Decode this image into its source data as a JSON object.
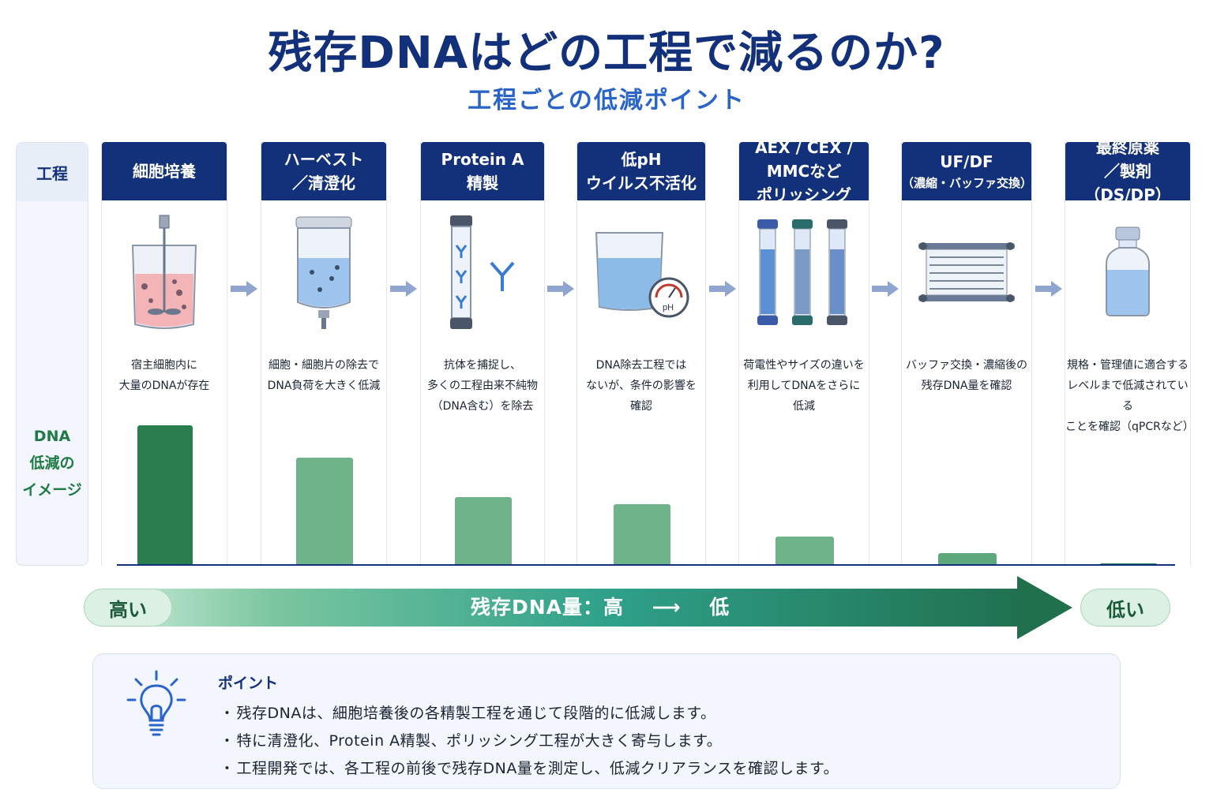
{
  "title": "残存DNAはどの工程で減るのか?",
  "subtitle": "工程ごとの低減ポイント",
  "label_column": {
    "process_label": "工程",
    "dna_label_lines": [
      "DNA",
      "低減の",
      "イメージ"
    ]
  },
  "steps": [
    {
      "name_lines": [
        "細胞培養"
      ],
      "desc": "宿主細胞内に\n大量のDNAが存在",
      "icon": "bioreactor-icon"
    },
    {
      "name_lines": [
        "ハーベスト",
        "／清澄化"
      ],
      "desc": "細胞・細胞片の除去で\nDNA負荷を大きく低減",
      "icon": "filter-vessel-icon"
    },
    {
      "name_lines": [
        "Protein A",
        "精製"
      ],
      "desc": "抗体を捕捉し、\n多くの工程由来不純物\n（DNA含む）を除去",
      "icon": "protein-a-column-icon"
    },
    {
      "name_lines": [
        "低pH",
        "ウイルス不活化"
      ],
      "desc": "DNA除去工程では\nないが、条件の影響を\n確認",
      "icon": "beaker-ph-icon"
    },
    {
      "name_lines": [
        "AEX / CEX /",
        "MMCなど",
        "ポリッシング"
      ],
      "desc": "荷電性やサイズの違いを\n利用してDNAをさらに\n低減",
      "icon": "polishing-columns-icon"
    },
    {
      "name_lines": [
        "UF/DF"
      ],
      "name_small": "（濃縮・バッファ交換）",
      "desc": "バッファ交換・濃縮後の\n残存DNA量を確認",
      "icon": "ufdf-cassette-icon"
    },
    {
      "name_lines": [
        "最終原薬",
        "／製剤（DS/DP）"
      ],
      "desc": "規格・管理値に適合する\nレベルまで低減されている\nことを確認（qPCRなど）",
      "icon": "vial-icon"
    }
  ],
  "chart_data": {
    "type": "bar",
    "categories": [
      "細胞培養",
      "ハーベスト／清澄化",
      "Protein A精製",
      "低pHウイルス不活化",
      "AEX / CEX / MMCなどポリッシング",
      "UF/DF",
      "最終原薬／製剤（DS/DP）"
    ],
    "values": [
      100,
      77,
      49,
      44,
      21,
      9,
      1
    ],
    "ylabel": "DNA低減のイメージ",
    "colors": [
      "#2a7d4f",
      "#6eb38a",
      "#6eb38a",
      "#6eb38a",
      "#6eb38a",
      "#5ea87e",
      "#2a7d4f"
    ]
  },
  "flow": {
    "high_label": "高い",
    "low_label": "低い",
    "center_text": "残存DNA量：高　 ⟶ 　低"
  },
  "points": {
    "title": "ポイント",
    "items": [
      "残存DNAは、細胞培養後の各精製工程を通じて段階的に低減します。",
      "特に清澄化、Protein A精製、ポリッシング工程が大きく寄与します。",
      "工程開発では、各工程の前後で残存DNA量を測定し、低減クリアランスを確認します。"
    ]
  },
  "colors": {
    "navy": "#13307a",
    "accent_blue": "#2a64c9",
    "dark_green": "#2a7d4f",
    "light_green": "#6eb38a"
  }
}
